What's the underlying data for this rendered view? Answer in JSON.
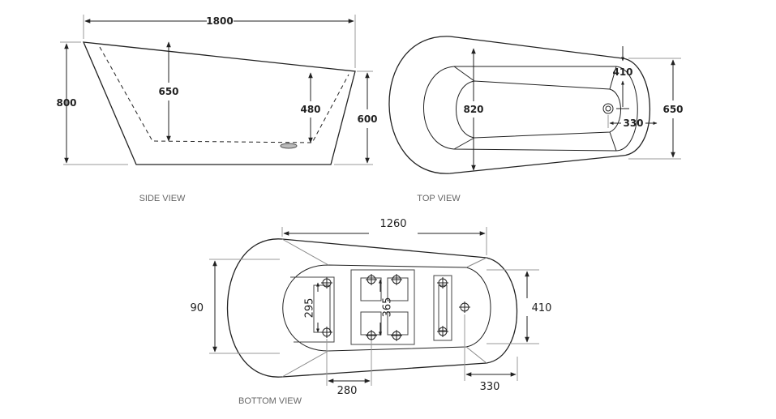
{
  "side_view": {
    "caption": "SIDE VIEW",
    "length": "1800",
    "height": "800",
    "depth": "650",
    "inner_depth": "480",
    "end_height": "600"
  },
  "top_view": {
    "caption": "TOP VIEW",
    "width": "820",
    "end_width": "650",
    "waste_offset": "410",
    "waste_distance": "330"
  },
  "bottom_view": {
    "caption": "BOTTOM VIEW",
    "length": "1260",
    "width": "90",
    "foot_spacing_a": "295",
    "foot_spacing_b": "365",
    "end_width": "410",
    "offset_left": "280",
    "offset_right": "330"
  }
}
